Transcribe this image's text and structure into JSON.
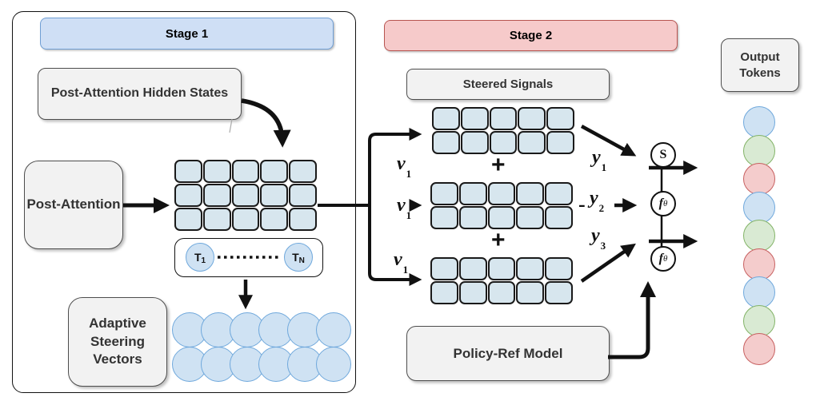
{
  "colors": {
    "stage1_header_fill": "#cfdff5",
    "stage1_header_border": "#6f9ed4",
    "stage2_header_fill": "#f6caca",
    "stage2_header_border": "#b85450",
    "box_fill": "#f2f2f2",
    "box_border": "#4d4d4d",
    "cell_fill": "#d7e6ee",
    "cell_border": "#1a1a1a",
    "circle_blue_fill": "#cfe2f3",
    "circle_blue_border": "#6fa8dc",
    "token_green_fill": "#d9ead3",
    "token_green_border": "#82b366",
    "token_red_fill": "#f4cccc",
    "token_red_border": "#c75f5f"
  },
  "stage1": {
    "header_label": "Stage 1",
    "hidden_states_label": "Post-Attention Hidden States",
    "post_attention_label": "Post-Attention",
    "grid": {
      "rows": 3,
      "cols": 5
    },
    "token_strip": {
      "first_base": "T",
      "first_sub": "1",
      "last_base": "T",
      "last_sub": "N"
    },
    "adaptive_label": "Adaptive Steering Vectors",
    "vectors": {
      "rows": 2,
      "cols": 6
    }
  },
  "stage2": {
    "header_label": "Stage 2",
    "steered_signals_label": "Steered Signals",
    "grids": [
      {
        "rows": 2,
        "cols": 5
      },
      {
        "rows": 2,
        "cols": 5
      },
      {
        "rows": 2,
        "cols": 5
      }
    ],
    "plus_top": "+",
    "plus_bottom": "+",
    "minus": "-",
    "v_labels": [
      {
        "base": "v",
        "sub": "1"
      },
      {
        "base": "v",
        "sub": "1"
      },
      {
        "base": "v",
        "sub": "1"
      }
    ],
    "y_labels": [
      {
        "base": "y",
        "sub": "1"
      },
      {
        "base": "y",
        "sub": "2"
      },
      {
        "base": "y",
        "sub": "3"
      }
    ],
    "nodes": [
      {
        "base": "S",
        "sub": ""
      },
      {
        "base": "f",
        "sub": "θ"
      },
      {
        "base": "f",
        "sub": "θ"
      }
    ],
    "policy_label": "Policy-Ref Model"
  },
  "output": {
    "label": "Output Tokens",
    "tokens": [
      "blue",
      "green",
      "red",
      "blue",
      "green",
      "red",
      "blue",
      "green",
      "red"
    ]
  }
}
